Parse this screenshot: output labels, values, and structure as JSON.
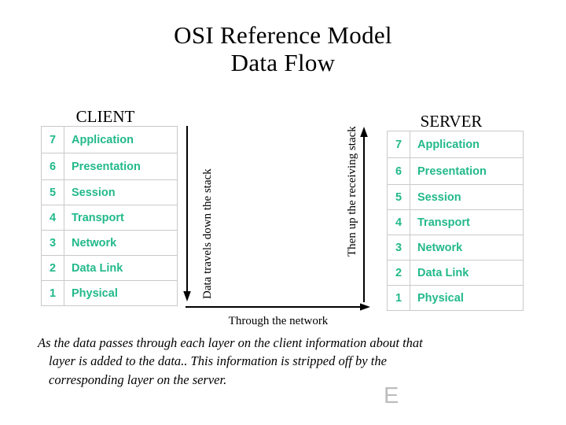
{
  "title": {
    "line1": "OSI Reference Model",
    "line2": "Data Flow"
  },
  "client": {
    "heading": "CLIENT",
    "layers": [
      {
        "number": "7",
        "name": "Application"
      },
      {
        "number": "6",
        "name": "Presentation"
      },
      {
        "number": "5",
        "name": "Session"
      },
      {
        "number": "4",
        "name": "Transport"
      },
      {
        "number": "3",
        "name": "Network"
      },
      {
        "number": "2",
        "name": "Data Link"
      },
      {
        "number": "1",
        "name": "Physical"
      }
    ]
  },
  "server": {
    "heading": "SERVER",
    "layers": [
      {
        "number": "7",
        "name": "Application"
      },
      {
        "number": "6",
        "name": "Presentation"
      },
      {
        "number": "5",
        "name": "Session"
      },
      {
        "number": "4",
        "name": "Transport"
      },
      {
        "number": "3",
        "name": "Network"
      },
      {
        "number": "2",
        "name": "Data Link"
      },
      {
        "number": "1",
        "name": "Physical"
      }
    ]
  },
  "flow": {
    "down_caption": "Data travels down the stack",
    "up_caption": "Then up the receiving stack",
    "network_label": "Through the network",
    "down_arrow_icon": "arrow-down-icon",
    "up_arrow_icon": "arrow-up-icon",
    "network_arrow_icon": "arrow-right-icon"
  },
  "description": {
    "line1": "As the data passes through each layer on the client information about that",
    "line2": "layer is added to the data..  This information is stripped off by the",
    "line3": "corresponding layer on the server."
  },
  "watermark": {
    "glyph": "E"
  },
  "colors": {
    "layer_text": "#22b98a",
    "table_border": "#c9c9c9",
    "ink": "#000000",
    "watermark": "#bdbdbd",
    "background": "#ffffff"
  }
}
